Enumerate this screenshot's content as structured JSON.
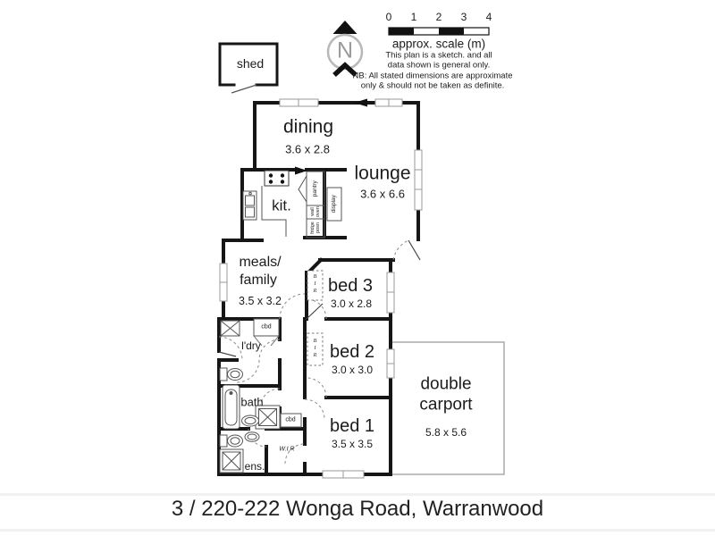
{
  "address": "3 /  220-222 Wonga Road, Warranwood",
  "compass": {
    "north_label": "N"
  },
  "scale_bar": {
    "ticks": [
      "0",
      "1",
      "2",
      "3",
      "4"
    ],
    "caption": "approx. scale (m)",
    "disclaimer_line1": "This plan is a sketch. and all",
    "disclaimer_line2": "data shown is general only.",
    "nb_line1": "NB: All stated dimensions are approximate",
    "nb_line2": "only & should not be taken as definite."
  },
  "rooms": {
    "shed": {
      "name": "shed"
    },
    "dining": {
      "name": "dining",
      "dims": "3.6 x 2.8"
    },
    "lounge": {
      "name": "lounge",
      "dims": "3.6 x 6.6"
    },
    "kitchen": {
      "name": "kit."
    },
    "meals": {
      "name_line1": "meals/",
      "name_line2": "family",
      "dims": "3.5 x 3.2"
    },
    "bed3": {
      "name": "bed 3",
      "dims": "3.0 x 2.8"
    },
    "bed2": {
      "name": "bed 2",
      "dims": "3.0 x 3.0"
    },
    "bed1": {
      "name": "bed 1",
      "dims": "3.5 x 3.5"
    },
    "laundry": {
      "name": "l'dry"
    },
    "bath": {
      "name": "bath"
    },
    "ensuite": {
      "name": "ens."
    },
    "walk_in_robe": {
      "name": "W.I.R"
    },
    "carport": {
      "name_line1": "double",
      "name_line2": "carport",
      "dims": "5.8 x 5.6"
    }
  },
  "closets": {
    "cbd_laundry": "cbd",
    "cbd_hall": "cbd",
    "bir_letters": [
      "B",
      "I",
      "R"
    ]
  },
  "kitchen_fittings": {
    "pantry": "pantry",
    "wall_oven_line1": "wall",
    "wall_oven_line2": "oven",
    "fridge_line1": "fridge",
    "fridge_line2": "posn",
    "display": "display"
  },
  "colors": {
    "wall": "#161616",
    "thin_line": "#555555",
    "window_stroke": "#999999",
    "dashed_arc": "#8a8a8a",
    "carport_stroke": "#aaaaaa",
    "text": "#1c1c1c"
  }
}
